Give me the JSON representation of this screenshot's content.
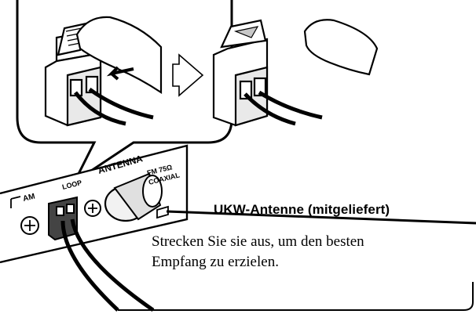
{
  "antenna": {
    "title": "UKW-Antenne (mitgeliefert)",
    "instruction_line1": "Strecken Sie sie aus, um den besten",
    "instruction_line2": "Empfang zu erzielen."
  },
  "panel": {
    "section_label": "ANTENNA",
    "am_label": "AM",
    "loop_label": "LOOP",
    "fm_label_1": "FM 75Ω",
    "fm_label_2": "COAXIAL"
  },
  "colors": {
    "line": "#000000",
    "background": "#ffffff",
    "shade": "#c8c8c8"
  }
}
